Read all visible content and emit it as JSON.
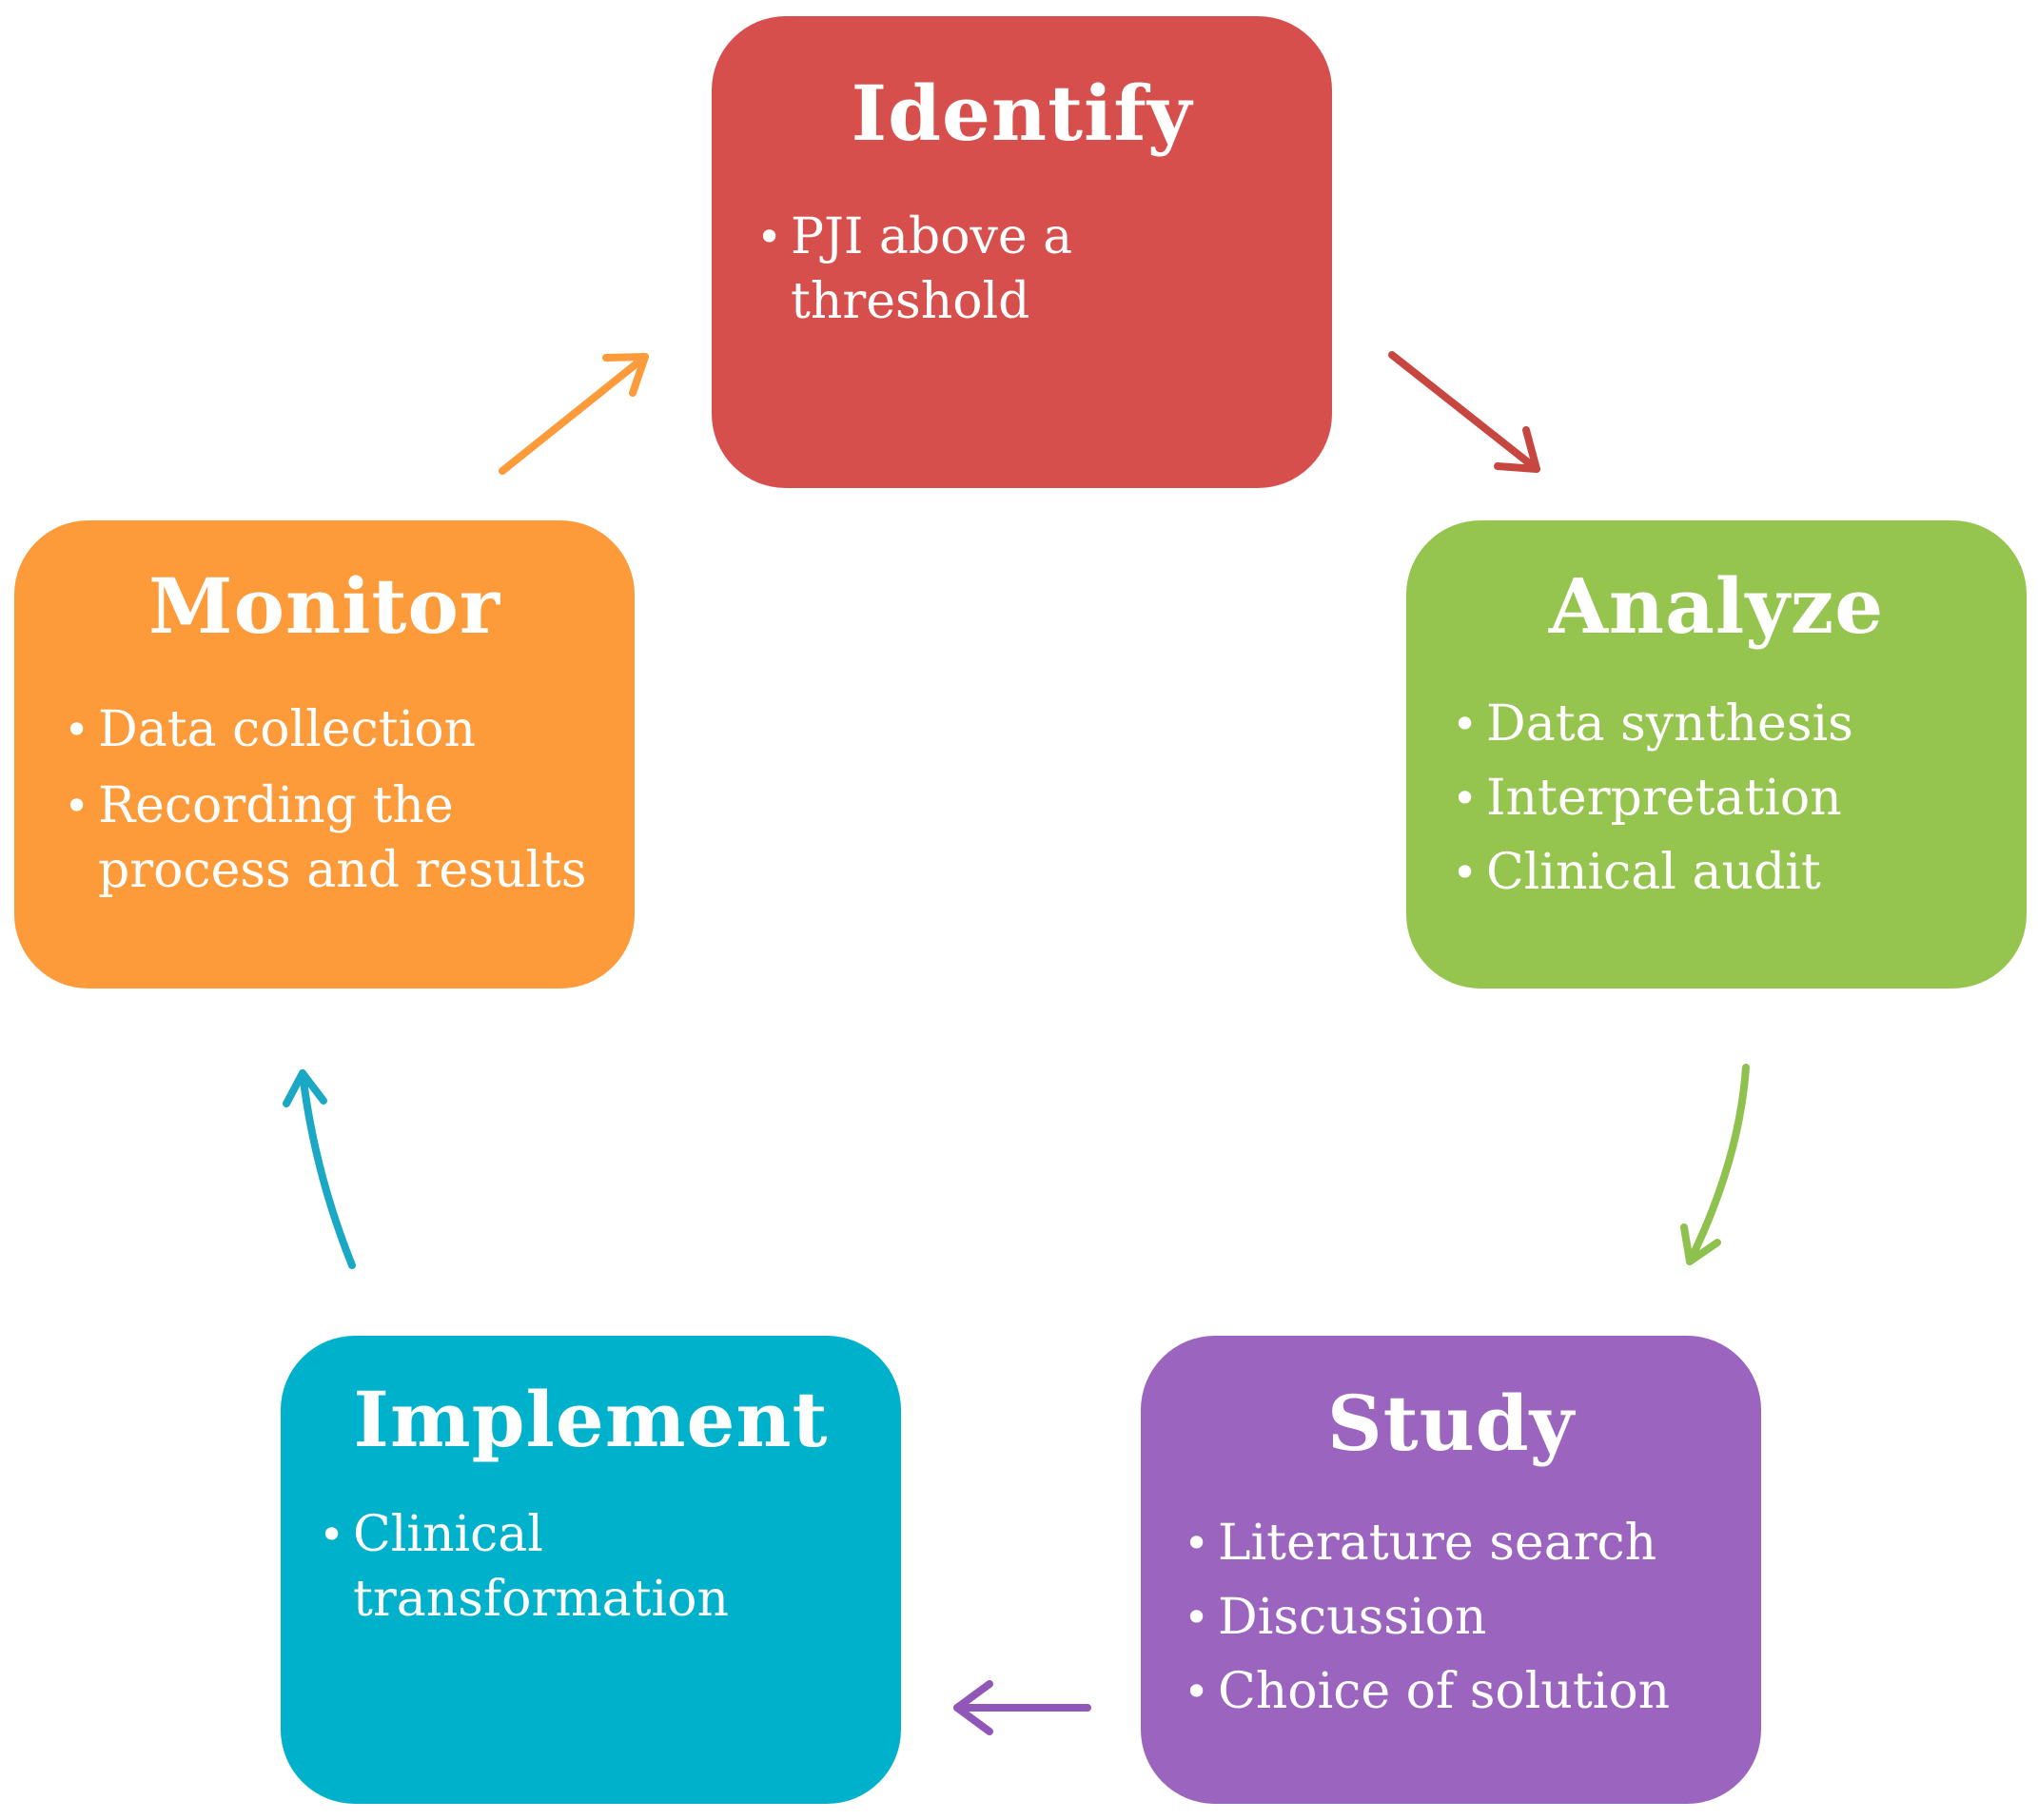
{
  "colors": {
    "identify": "#d64f4c",
    "analyze": "#95c44f",
    "study": "#9a64bf",
    "implement": "#00b1cb",
    "monitor": "#fd9a3a"
  },
  "cycle": {
    "identify": {
      "title": "Identify",
      "items": [
        "PJI above a threshold"
      ]
    },
    "analyze": {
      "title": "Analyze",
      "items": [
        "Data synthesis",
        "Interpretation",
        "Clinical audit"
      ]
    },
    "study": {
      "title": "Study",
      "items": [
        "Literature search",
        "Discussion",
        "Choice of solution"
      ]
    },
    "implement": {
      "title": "Implement",
      "items": [
        "Clinical transformation"
      ]
    },
    "monitor": {
      "title": "Monitor",
      "items": [
        "Data collection",
        "Recording the process and results"
      ]
    }
  }
}
